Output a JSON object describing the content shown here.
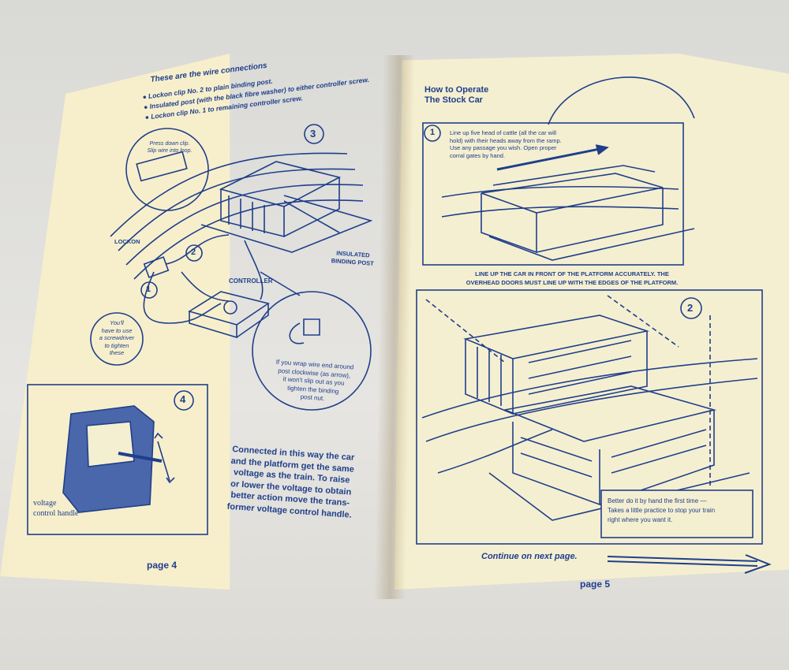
{
  "left_page": {
    "wire_title": "These are the wire connections",
    "bullets": [
      "Lockon clip No. 2 to plain binding post.",
      "Insulated post (with the black fibre washer) to either controller screw.",
      "Lockon clip No. 1 to remaining controller screw."
    ],
    "step3": "3",
    "step4": "4",
    "callout_clip": "Press down clip.\nSlip wire into loop.",
    "label_lockon": "LOCKON",
    "label_controller": "CONTROLLER",
    "label_insulated": "INSULATED\nBINDING POST",
    "num1": "1",
    "num2": "2",
    "screwdriver": "You'll\nhave to use\na screwdriver\nto tighten\nthese",
    "wrap_tip": "If you wrap wire end around\npost clockwise (as arrow),\nit won't slip out as you\ntighten the binding\npost nut.",
    "paragraph": "Connected in this way the car\nand the platform get the same\nvoltage as the train. To raise\nor lower the voltage to obtain\nbetter action move the trans-\nformer voltage control handle.",
    "voltage_label": "voltage\ncontrol handle",
    "page_number": "page 4"
  },
  "right_page": {
    "title": "How to Operate\nThe Stock Car",
    "step1": "1",
    "step1_text": "Line up five head of cattle (all the car will\nhold) with their heads away from the ramp.\nUse any passage you wish. Open proper\ncorral gates by hand.",
    "caption": "LINE UP THE CAR IN FRONT OF THE PLATFORM ACCURATELY.  THE\nOVERHEAD DOORS MUST LINE UP WITH THE EDGES OF THE PLATFORM.",
    "step2": "2",
    "tip": "Better do it by hand the first time —\nTakes a little practice to stop your train\nright where you want it.",
    "continue": "Continue on next page.",
    "page_number": "page 5"
  },
  "colors": {
    "ink": "#1f3f8a",
    "paper": "#f5efd1"
  }
}
